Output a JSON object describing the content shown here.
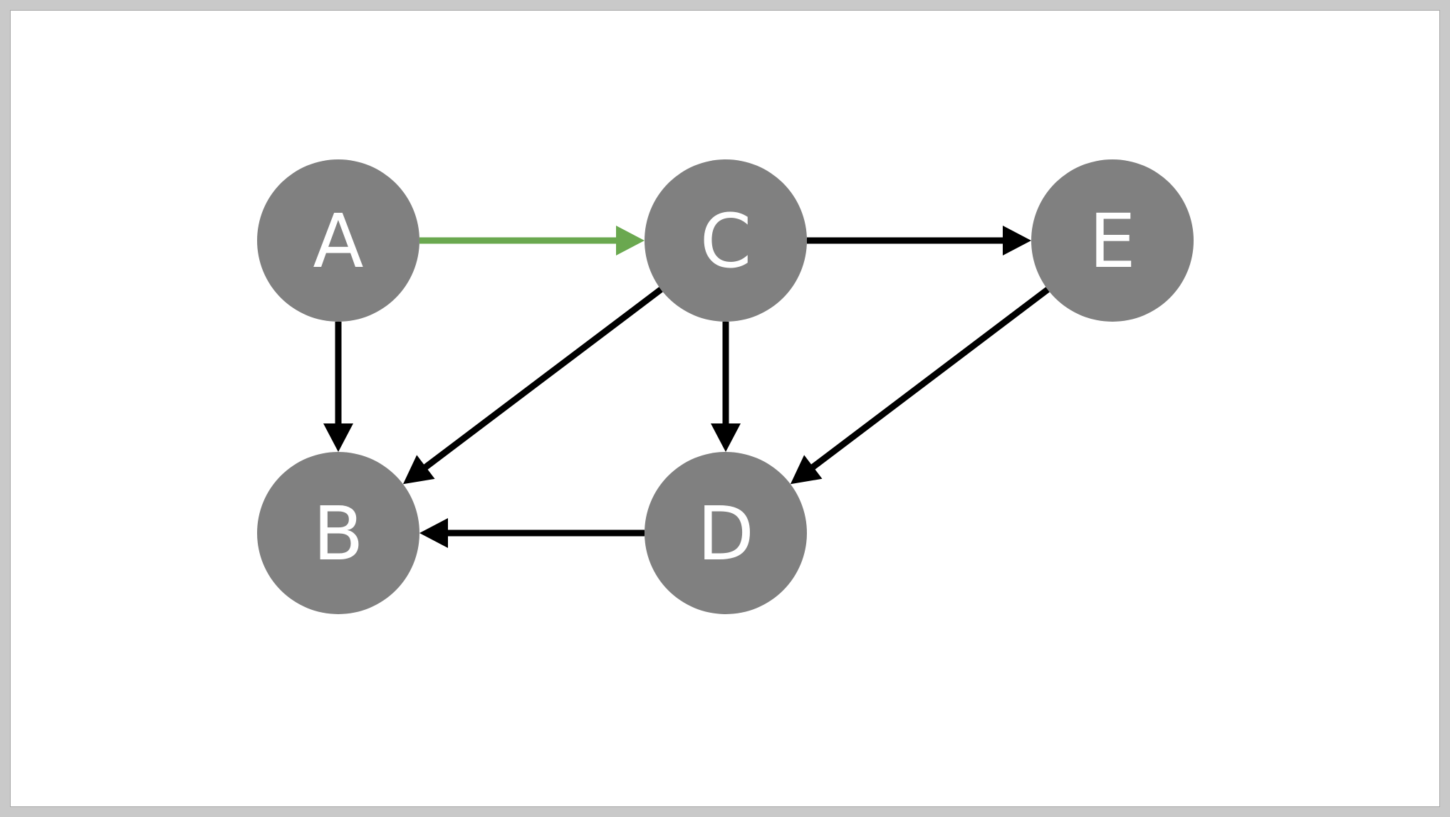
{
  "diagram": {
    "type": "directed-graph",
    "node_color": "#808080",
    "label_color": "#ffffff",
    "edge_color": "#000000",
    "highlight_color": "#6aa84f",
    "nodes": [
      {
        "id": "A",
        "label": "A"
      },
      {
        "id": "B",
        "label": "B"
      },
      {
        "id": "C",
        "label": "C"
      },
      {
        "id": "D",
        "label": "D"
      },
      {
        "id": "E",
        "label": "E"
      }
    ],
    "edges": [
      {
        "from": "A",
        "to": "C",
        "highlighted": true
      },
      {
        "from": "C",
        "to": "E",
        "highlighted": false
      },
      {
        "from": "A",
        "to": "B",
        "highlighted": false
      },
      {
        "from": "C",
        "to": "B",
        "highlighted": false
      },
      {
        "from": "C",
        "to": "D",
        "highlighted": false
      },
      {
        "from": "E",
        "to": "D",
        "highlighted": false
      },
      {
        "from": "D",
        "to": "B",
        "highlighted": false
      }
    ]
  }
}
